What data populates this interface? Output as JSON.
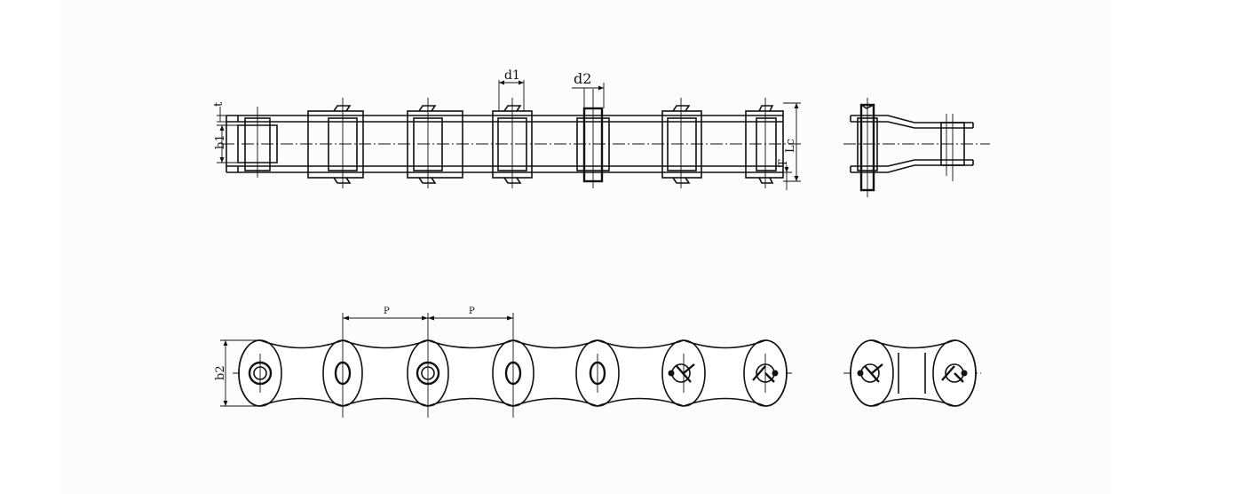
{
  "drawing": {
    "labels": {
      "t": "t",
      "b1": "b1",
      "d1": "d1",
      "d2": "d2",
      "T": "T",
      "Lc": "Lc",
      "b2": "b2",
      "p1": "P",
      "p2": "P"
    },
    "pitch_count_front": 7,
    "colors": {
      "line": "#111111",
      "background": "#ffffff"
    }
  }
}
